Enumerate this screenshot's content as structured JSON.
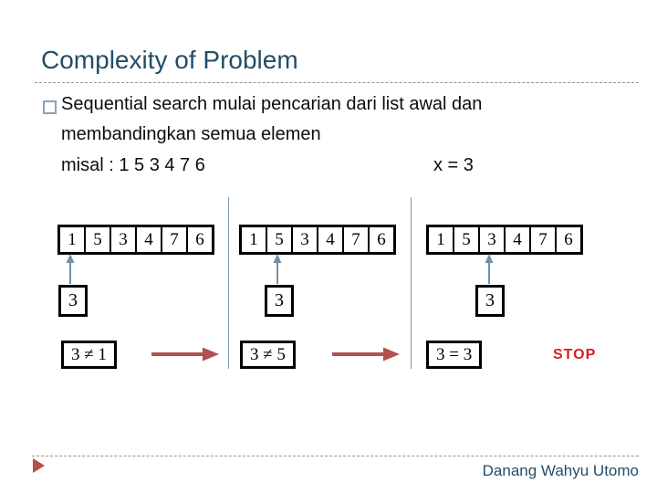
{
  "title": "Complexity of Problem",
  "bullet": {
    "lines": [
      "Sequential search mulai pencarian dari list awal dan",
      "membandingkan semua elemen"
    ],
    "misal": "misal : 1 5 3 4 7 6",
    "x_value": "x = 3"
  },
  "steps": [
    {
      "cells": [
        "1",
        "5",
        "3",
        "4",
        "7",
        "6"
      ],
      "pointer_index": 0,
      "key": "3",
      "comparison": "3 ≠ 1"
    },
    {
      "cells": [
        "1",
        "5",
        "3",
        "4",
        "7",
        "6"
      ],
      "pointer_index": 1,
      "key": "3",
      "comparison": "3 ≠ 5"
    },
    {
      "cells": [
        "1",
        "5",
        "3",
        "4",
        "7",
        "6"
      ],
      "pointer_index": 2,
      "key": "3",
      "comparison": "3 = 3"
    }
  ],
  "stop_label": "STOP",
  "footer": {
    "author": "Danang Wahyu Utomo"
  },
  "colors": {
    "title_text": "#224e68",
    "body_text": "#0d0d0d",
    "dashed_rule": "#a18e8e",
    "bullet_outline": "#8ba3b8",
    "pointer_arrow": "#7191a9",
    "column_divider": "#7b9cb5",
    "next_arrow": "#b2514e",
    "stop_text": "#d91e1e"
  }
}
